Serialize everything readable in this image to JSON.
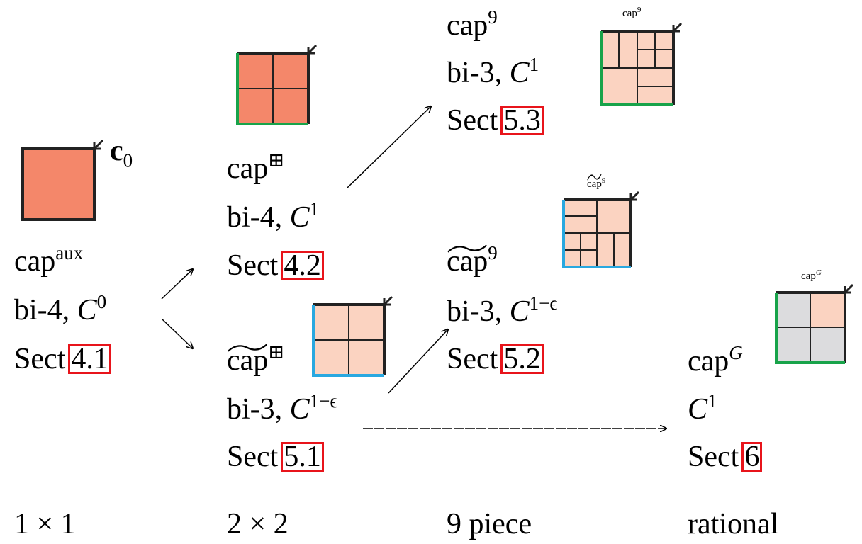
{
  "start": {
    "vector_label": "c",
    "vector_sub": "0",
    "name": "cap",
    "name_sup": "aux",
    "degree": "bi-4,",
    "cont": "C",
    "cont_sup": "0",
    "sect": "Sect",
    "sect_ref": "4.1"
  },
  "c2_top": {
    "name": "cap",
    "name_sup": "⊞",
    "degree": "bi-4,",
    "cont": "C",
    "cont_sup": "1",
    "sect": "Sect",
    "sect_ref": "4.2"
  },
  "c2_bot": {
    "name": "cap",
    "name_sup": "⊞",
    "degree": "bi-3,",
    "cont": "C",
    "cont_sup": "1−ϵ",
    "sect": "Sect",
    "sect_ref": "5.1"
  },
  "c3_top": {
    "name": "cap",
    "name_sup": "9",
    "degree": "bi-3,",
    "cont": "C",
    "cont_sup": "1",
    "sect": "Sect",
    "sect_ref": "5.3",
    "thumb_title": "cap",
    "thumb_sup": "9"
  },
  "c3_mid": {
    "name": "cap",
    "name_sup": "9",
    "degree": "bi-3,",
    "cont": "C",
    "cont_sup": "1−ϵ",
    "sect": "Sect",
    "sect_ref": "5.2",
    "thumb_title": "cap",
    "thumb_sup": "9"
  },
  "c4": {
    "name": "cap",
    "name_sup": "G",
    "cont": "C",
    "cont_sup": "1",
    "sect": "Sect",
    "sect_ref": "6",
    "thumb_title": "cap",
    "thumb_sup": "G"
  },
  "footer": {
    "col1": "1 × 1",
    "col2": "2 × 2",
    "col3": "9 piece",
    "col4": "rational"
  },
  "colors": {
    "dark_fill": "#f4876a",
    "light_fill": "#fbd3c1",
    "gray_fill": "#dcdcde",
    "green_edge": "#18a34a",
    "blue_edge": "#29a8e0",
    "ref_box": "#e8141b"
  }
}
